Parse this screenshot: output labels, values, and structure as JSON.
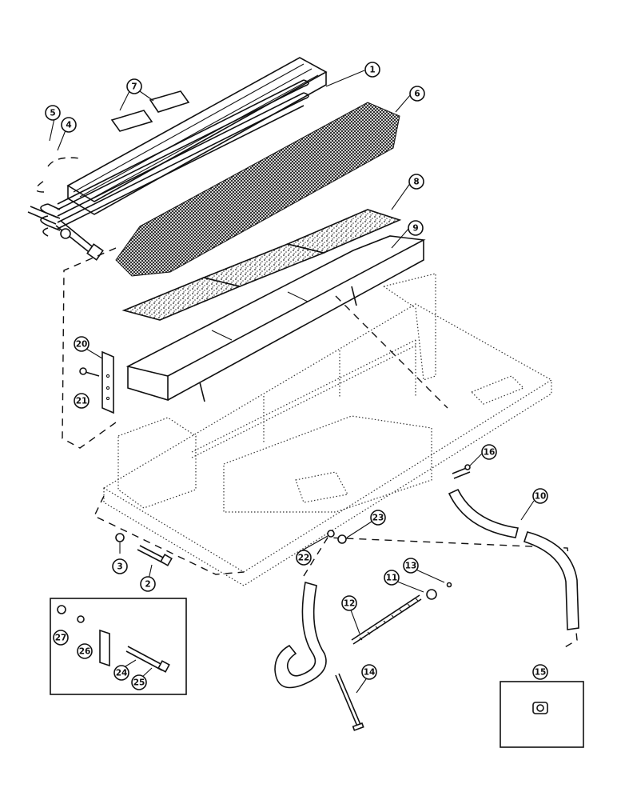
{
  "diagram": {
    "callouts": [
      "1",
      "2",
      "3",
      "4",
      "5",
      "6",
      "7",
      "8",
      "9",
      "10",
      "11",
      "12",
      "13",
      "14",
      "15",
      "16",
      "20",
      "21",
      "22",
      "23",
      "24",
      "25",
      "26",
      "27"
    ]
  }
}
